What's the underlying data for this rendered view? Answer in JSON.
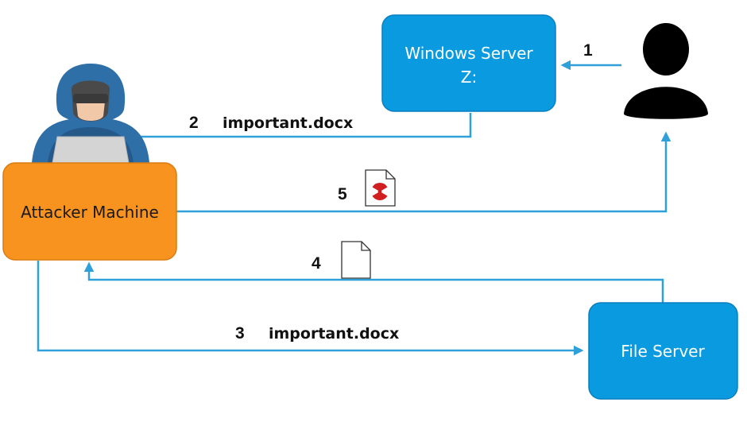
{
  "nodes": {
    "windows_server": {
      "line1": "Windows Server",
      "line2": "Z:"
    },
    "attacker": {
      "label": "Attacker Machine"
    },
    "file_server": {
      "label": "File Server"
    }
  },
  "steps": {
    "s1": {
      "num": "1"
    },
    "s2": {
      "num": "2",
      "file": "important.docx"
    },
    "s3": {
      "num": "3",
      "file": "important.docx"
    },
    "s4": {
      "num": "4"
    },
    "s5": {
      "num": "5"
    }
  },
  "colors": {
    "server_fill": "#0a9ae0",
    "server_stroke": "#0a7fc0",
    "attacker_fill": "#f7931e",
    "attacker_stroke": "#d97c10",
    "arrow": "#2fa0d8",
    "hacker_hood": "#2f6fa8",
    "hazard": "#d11f1f"
  },
  "icons": {
    "user": "user-silhouette-icon",
    "hacker": "hooded-hacker-icon",
    "clean_doc": "document-icon",
    "malicious_doc": "radioactive-document-icon"
  }
}
